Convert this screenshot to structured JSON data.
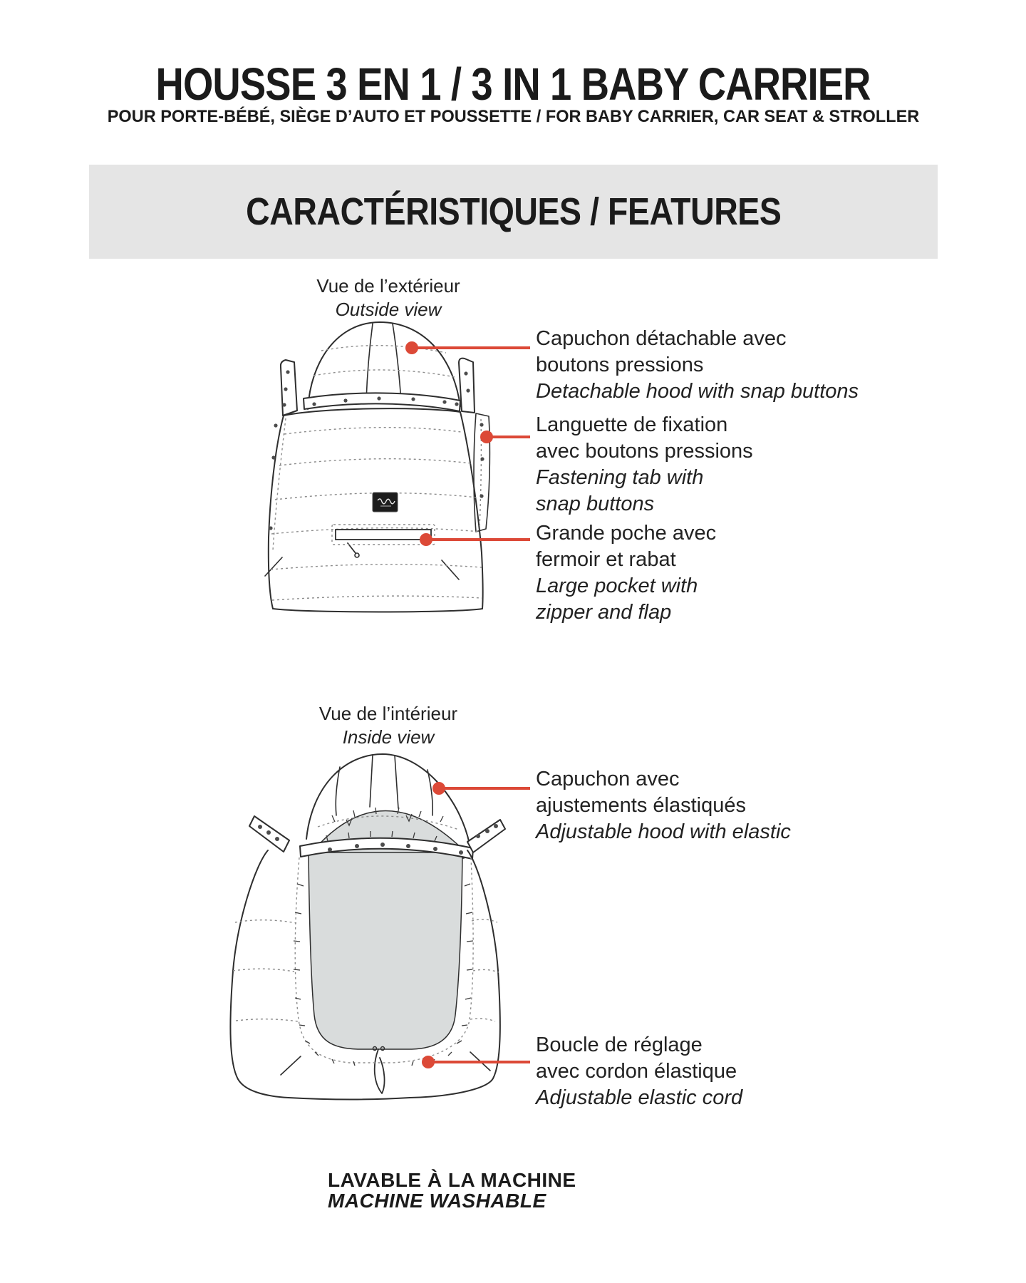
{
  "page": {
    "title": "HOUSSE 3 EN 1 / 3 IN 1 BABY CARRIER",
    "subtitle": "POUR PORTE-BÉBÉ, SIÈGE D’AUTO ET POUSSETTE / FOR BABY CARRIER, CAR SEAT & STROLLER",
    "section_header": "CARACTÉRISTIQUES / FEATURES"
  },
  "outside_view": {
    "label_fr": "Vue de l’extérieur",
    "label_en": "Outside view",
    "callouts": [
      {
        "fr1": "Capuchon détachable avec",
        "fr2": "boutons pressions",
        "en1": "Detachable hood with snap buttons"
      },
      {
        "fr1": "Languette de fixation",
        "fr2": "avec boutons pressions",
        "en1": "Fastening tab with",
        "en2": "snap buttons"
      },
      {
        "fr1": "Grande poche avec",
        "fr2": "fermoir et rabat",
        "en1": "Large pocket with",
        "en2": "zipper and flap"
      }
    ]
  },
  "inside_view": {
    "label_fr": "Vue de l’intérieur",
    "label_en": "Inside view",
    "callouts": [
      {
        "fr1": "Capuchon avec",
        "fr2": "ajustements élastiqués",
        "en1": "Adjustable hood with elastic"
      },
      {
        "fr1": "Boucle de réglage",
        "fr2": "avec cordon élastique",
        "en1": "Adjustable elastic cord"
      }
    ]
  },
  "footer": {
    "fr": "LAVABLE À LA MACHINE",
    "en": "MACHINE WASHABLE"
  },
  "colors": {
    "accent": "#dc4937",
    "band_background": "#e5e5e5",
    "panel_gray": "#d9dcdc",
    "line_ink": "#2e2e2e"
  }
}
